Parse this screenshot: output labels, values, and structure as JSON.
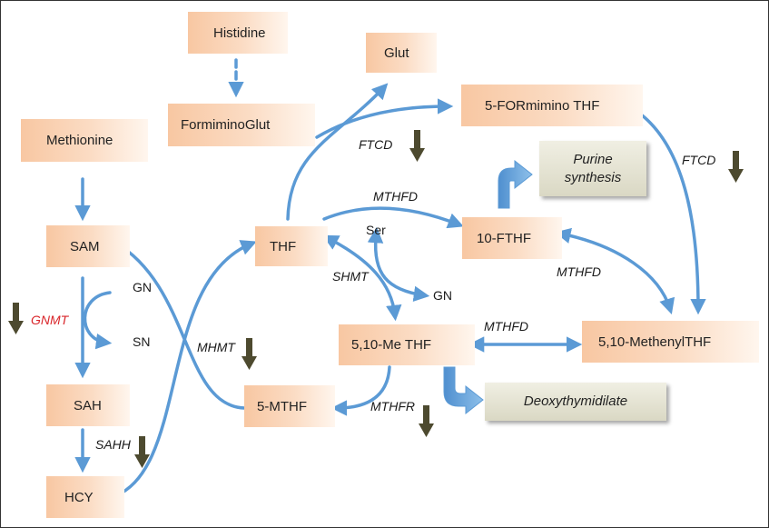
{
  "colors": {
    "arrow": "#5b9ad5",
    "down_arrow": "#4d4a2f",
    "metabolite_fill": "#fbd2b3",
    "box_fill": "#e3e1cf",
    "highlight_enzyme": "#d9262b"
  },
  "metabolites": {
    "histidine": "Histidine",
    "glut": "Glut",
    "forminoglut": "FormiminoGlut",
    "forthf": "5-FORmimino THF",
    "methionine": "Methionine",
    "sam": "SAM",
    "sah": "SAH",
    "hcy": "HCY",
    "thf": "THF",
    "ftf": "10-FTHF",
    "mthf": "5-MTHF",
    "methylene": "5,10-Me THF",
    "methenyl": "5,10-MethenylTHF"
  },
  "boxes": {
    "purine_line1": "Purine",
    "purine_line2": "synthesis",
    "deoxy": "Deoxythymidilate"
  },
  "enzymes": {
    "ftcd_top": "FTCD",
    "ftcd_right": "FTCD",
    "mthfd_top": "MTHFD",
    "mthfd_right": "MTHFD",
    "mthfd_mid": "MTHFD",
    "shmt": "SHMT",
    "gnmt": "GNMT",
    "mhmt": "MHMT",
    "sahh": "SAHH",
    "mthfr": "MTHFR"
  },
  "small_labels": {
    "gn_left": "GN",
    "sn_left": "SN",
    "ser": "Ser",
    "gn_mid": "GN"
  },
  "down_regulated": [
    "FTCD",
    "FTCD",
    "GNMT",
    "MHMT",
    "SAHH",
    "MTHFR"
  ]
}
